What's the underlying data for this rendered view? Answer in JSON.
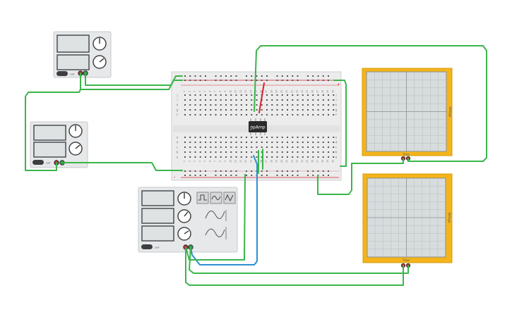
{
  "breadboard": {
    "columns": [
      "1",
      "2",
      "3",
      "4",
      "5",
      "6",
      "7",
      "8",
      "9",
      "10",
      "11",
      "12",
      "13",
      "14",
      "15",
      "16",
      "17",
      "18",
      "19",
      "20",
      "21",
      "22",
      "23",
      "24",
      "25",
      "26",
      "27",
      "28",
      "29",
      "30"
    ],
    "rows_top": [
      "j",
      "i",
      "h",
      "g",
      "f"
    ],
    "rows_bottom": [
      "e",
      "d",
      "c",
      "b",
      "a"
    ],
    "rail_plus": "+",
    "rail_minus": "-"
  },
  "chip": {
    "label": "opAmp"
  },
  "oscilloscopes": [
    {
      "axis_bottom": "Time",
      "axis_side": "Voltage"
    },
    {
      "axis_bottom": "Time",
      "axis_side": "Voltage"
    }
  ],
  "supplies": [
    {
      "switch": "OFF"
    },
    {
      "switch": "OFF"
    }
  ],
  "function_generator": {
    "switch": "OFF",
    "wave_buttons": [
      "square-wave-icon",
      "triangle-wave-icon",
      "sine-wave-icon"
    ]
  },
  "colors": {
    "wire_green": "#3ab54a",
    "wire_red": "#d6212b",
    "wire_blue": "#2f8fd1",
    "scope_frame": "#f4b41a",
    "scope_screen": "#d7dcdd",
    "device_body": "#e6e8e9"
  }
}
